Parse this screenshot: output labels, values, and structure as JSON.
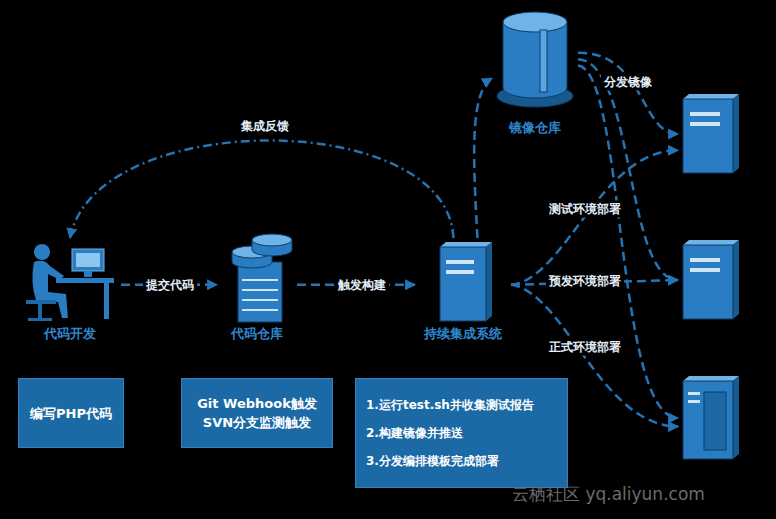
{
  "diagram": {
    "nodes": [
      {
        "text": [
          "镜像仓库"
        ]
      },
      {
        "text": []
      },
      {
        "text": [
          "代码开发"
        ]
      },
      {
        "text": [
          "代码仓库"
        ]
      },
      {
        "text": [
          "持续集成系统"
        ]
      },
      {
        "text": []
      },
      {
        "text": []
      },
      {
        "text": [
          "编写PHP代码"
        ]
      },
      {
        "text": [
          "Git Webhook触发 SVN分支监测触发"
        ]
      },
      {
        "text": [
          "1.运行test.sh并收集测试报告",
          "2.构建镜像并推送",
          "3.分发编排模板完成部署"
        ]
      }
    ],
    "edges": [
      {
        "from": 2,
        "to": 3,
        "label": "提交代码",
        "arrow": "to"
      },
      {
        "from": 3,
        "to": 4,
        "label": "触发构建",
        "arrow": "to"
      },
      {
        "from": 4,
        "to": 2,
        "label": "集成反馈",
        "arrow": "to"
      },
      {
        "from": 4,
        "to": 0,
        "arrow": "to"
      },
      {
        "from": 0,
        "to": 1,
        "label": "分发镜像",
        "arrow": "to"
      },
      {
        "from": 0,
        "to": 5,
        "arrow": "to"
      },
      {
        "from": 0,
        "to": 6,
        "arrow": "to"
      },
      {
        "from": 4,
        "to": 1,
        "label": "测试环境部署",
        "arrow": "to"
      },
      {
        "from": 4,
        "to": 5,
        "label": "预发环境部署",
        "arrow": "to"
      },
      {
        "from": 4,
        "to": 6,
        "label": "正式环境部署",
        "arrow": "to"
      }
    ],
    "labels": [
      "云栖社区 yq.aliyun.com"
    ]
  }
}
